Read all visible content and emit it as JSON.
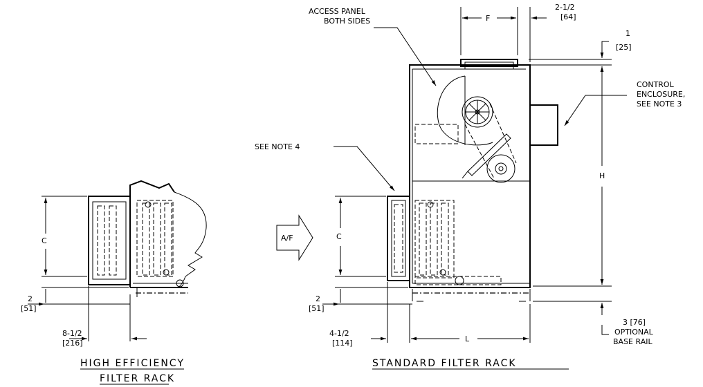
{
  "labels": {
    "access_panel_line1": "ACCESS PANEL",
    "access_panel_line2": "BOTH SIDES",
    "dim_f": "F",
    "dim_2_5": "2-1/2",
    "dim_64": "[64]",
    "dim_1": "1",
    "dim_25": "[25]",
    "control_line1": "CONTROL",
    "control_line2": "ENCLOSURE,",
    "control_line3": "SEE NOTE 3",
    "see_note_4": "SEE NOTE 4",
    "dim_h": "H",
    "dim_c_left": "C",
    "dim_c_right": "C",
    "airflow": "A/F",
    "dim_2_left": "2",
    "dim_51_left": "[51]",
    "dim_2_right": "2",
    "dim_51_right": "[51]",
    "dim_8_5": "8-1/2",
    "dim_216": "[216]",
    "dim_4_5": "4-1/2",
    "dim_114": "[114]",
    "dim_l": "L",
    "base_rail_line1": "3 [76]",
    "base_rail_line2": "OPTIONAL",
    "base_rail_line3": "BASE RAIL",
    "title_hi_eff_line1": "HIGH EFFICIENCY",
    "title_hi_eff_line2": "FILTER RACK",
    "title_standard": "STANDARD FILTER RACK"
  }
}
